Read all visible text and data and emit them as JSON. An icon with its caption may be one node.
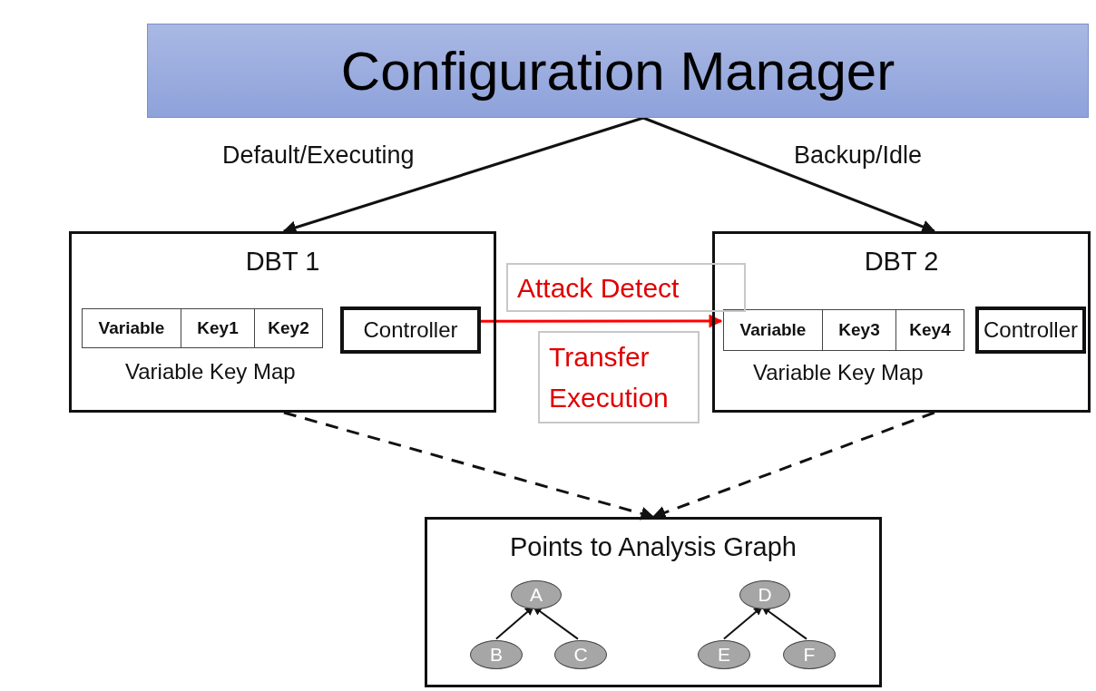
{
  "diagram": {
    "nodes": [
      {
        "text": [
          "Configuration Manager"
        ]
      },
      {
        "text": [
          "DBT 1"
        ]
      },
      {
        "text": [
          "Variable",
          "Key1",
          "Key2"
        ],
        "in": 1,
        "beside": [
          "Variable Key Map"
        ]
      },
      {
        "text": [
          "Controller"
        ],
        "in": 1
      },
      {
        "text": [
          "DBT 2"
        ]
      },
      {
        "text": [
          "Variable",
          "Key3",
          "Key4"
        ],
        "in": 4,
        "beside": [
          "Variable Key Map"
        ]
      },
      {
        "text": [
          "Controller"
        ],
        "in": 4
      },
      {
        "text": [
          "Attack Detect"
        ]
      },
      {
        "text": [
          "Transfer Execution"
        ]
      },
      {
        "text": [
          "Points to Analysis Graph"
        ]
      },
      {
        "text": [
          "A"
        ],
        "in": 9
      },
      {
        "text": [
          "B"
        ],
        "in": 9
      },
      {
        "text": [
          "C"
        ],
        "in": 9
      },
      {
        "text": [
          "D"
        ],
        "in": 9
      },
      {
        "text": [
          "E"
        ],
        "in": 9
      },
      {
        "text": [
          "F"
        ],
        "in": 9
      }
    ],
    "edges": [
      {
        "from": 0,
        "to": 1,
        "arrow": "to",
        "label": "Default/Executing"
      },
      {
        "from": 0,
        "to": 4,
        "arrow": "to",
        "label": "Backup/Idle"
      },
      {
        "from": 3,
        "to": 5,
        "arrow": "to",
        "color": "#ff0000"
      },
      {
        "from": 1,
        "to": 9,
        "arrow": "to",
        "style": "dashed"
      },
      {
        "from": 4,
        "to": 9,
        "arrow": "to",
        "style": "dashed"
      },
      {
        "from": 11,
        "to": 10,
        "arrow": "to"
      },
      {
        "from": 12,
        "to": 10,
        "arrow": "to"
      },
      {
        "from": 14,
        "to": 13,
        "arrow": "to"
      },
      {
        "from": 15,
        "to": 13,
        "arrow": "to"
      }
    ]
  }
}
